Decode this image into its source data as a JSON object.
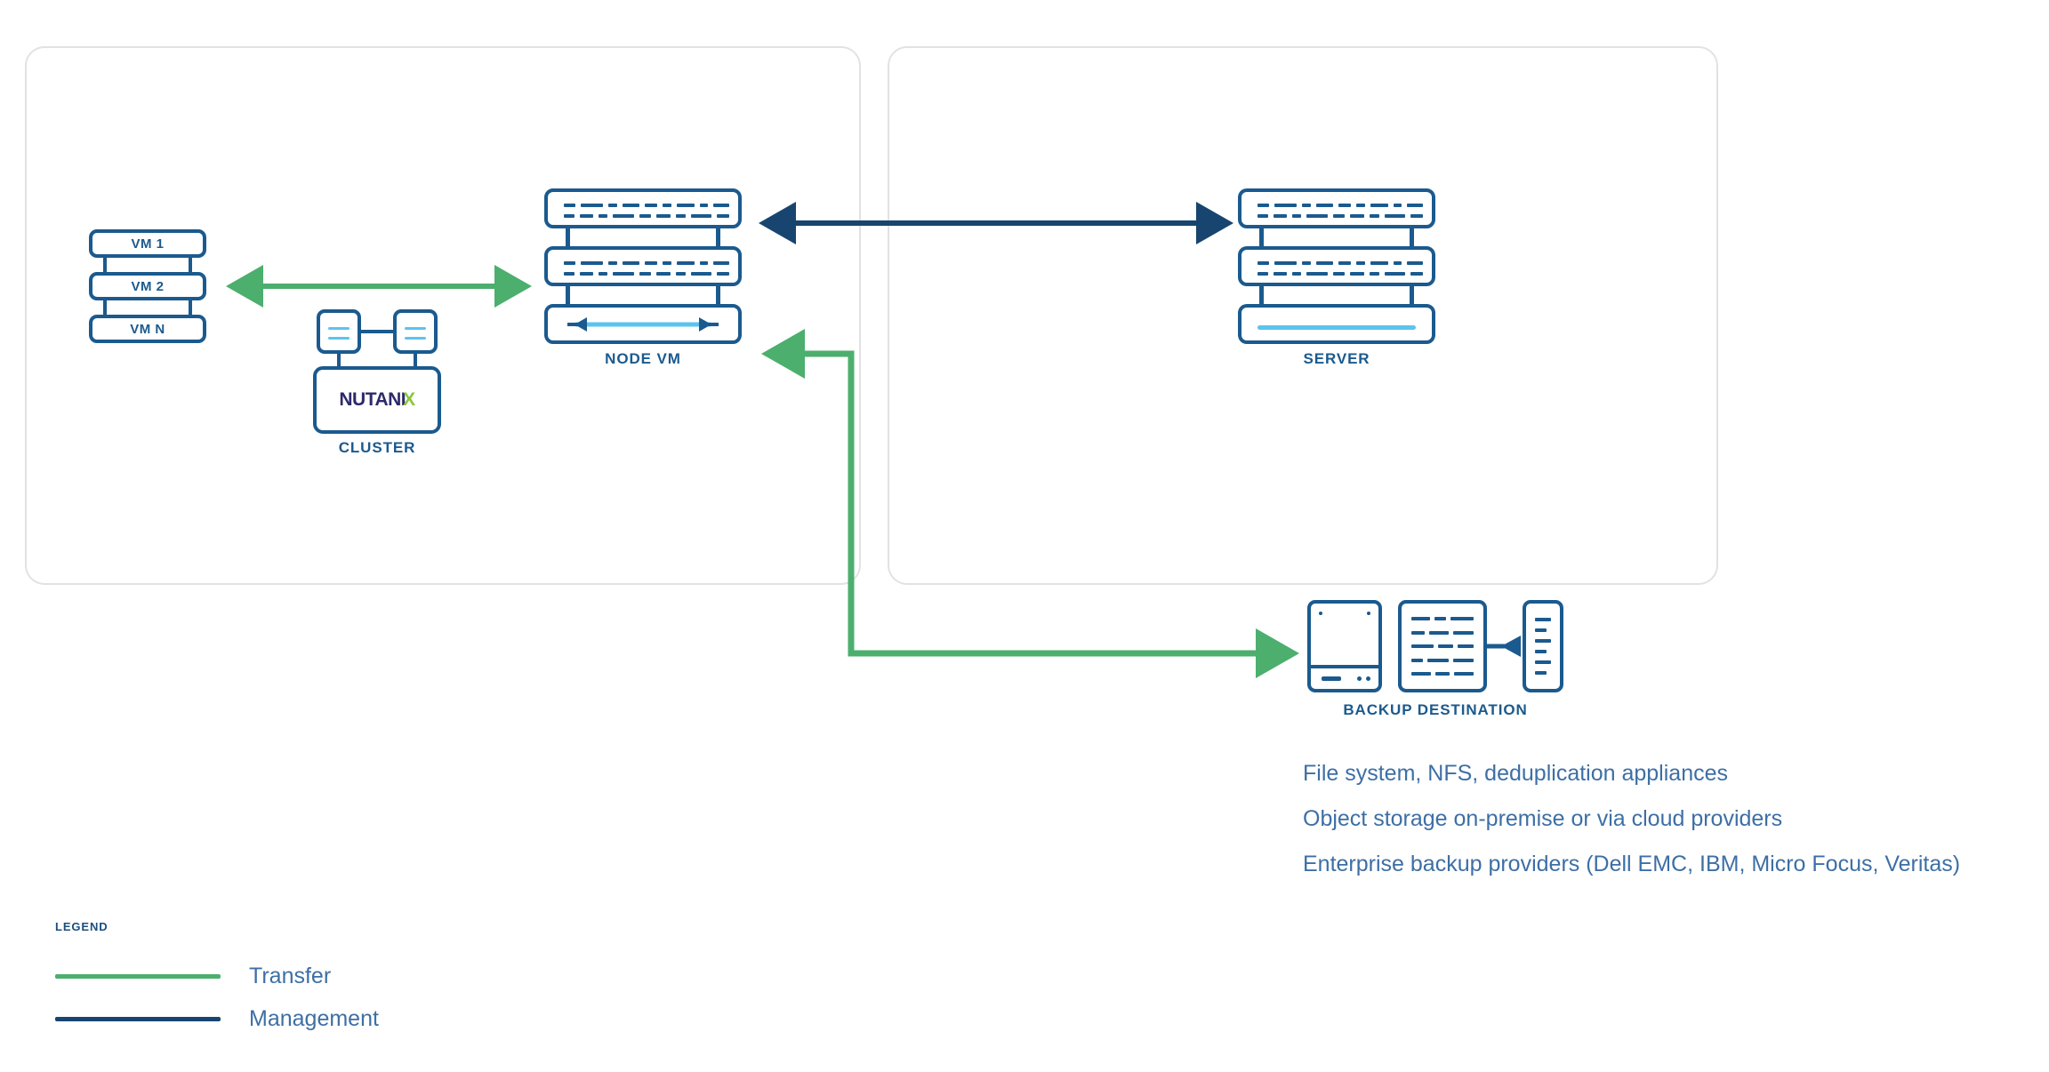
{
  "palette": {
    "navy": "#1b5a8e",
    "deep_navy": "#17456f",
    "green": "#4caf6d",
    "light_blue": "#5cc3ef",
    "text_blue": "#3d6fa5",
    "logo_navy": "#2c2a6b",
    "logo_green": "#8cc63f",
    "border_gray": "#e2e2e2",
    "background": "#ffffff"
  },
  "zones": {
    "left": {
      "name": "nutanix-cluster-zone"
    },
    "right": {
      "name": "server-zone"
    }
  },
  "vm_stack": {
    "caption": "",
    "boxes": [
      {
        "label": "VM 1"
      },
      {
        "label": "VM 2"
      },
      {
        "label": "VM N"
      }
    ]
  },
  "cluster": {
    "caption": "CLUSTER",
    "logo_text": "NUTANI",
    "logo_accent": "X"
  },
  "node_vm": {
    "caption": "NODE VM"
  },
  "server": {
    "caption": "SERVER"
  },
  "backup_destination": {
    "caption": "BACKUP DESTINATION"
  },
  "descriptions": [
    "File system, NFS, deduplication appliances",
    "Object storage on-premise or via cloud providers",
    "Enterprise backup providers (Dell EMC, IBM, Micro Focus, Veritas)"
  ],
  "legend": {
    "title": "LEGEND",
    "items": [
      {
        "label": "Transfer",
        "color": "#4caf6d"
      },
      {
        "label": "Management",
        "color": "#17456f"
      }
    ]
  },
  "connectors": [
    {
      "name": "vm-to-cluster-transfer",
      "kind": "transfer",
      "direction": "bidirectional"
    },
    {
      "name": "nodevm-to-server-management",
      "kind": "management",
      "direction": "bidirectional"
    },
    {
      "name": "nodevm-to-backup-transfer",
      "kind": "transfer",
      "direction": "bidirectional"
    },
    {
      "name": "backup-internal-flow",
      "kind": "management",
      "direction": "right"
    }
  ]
}
